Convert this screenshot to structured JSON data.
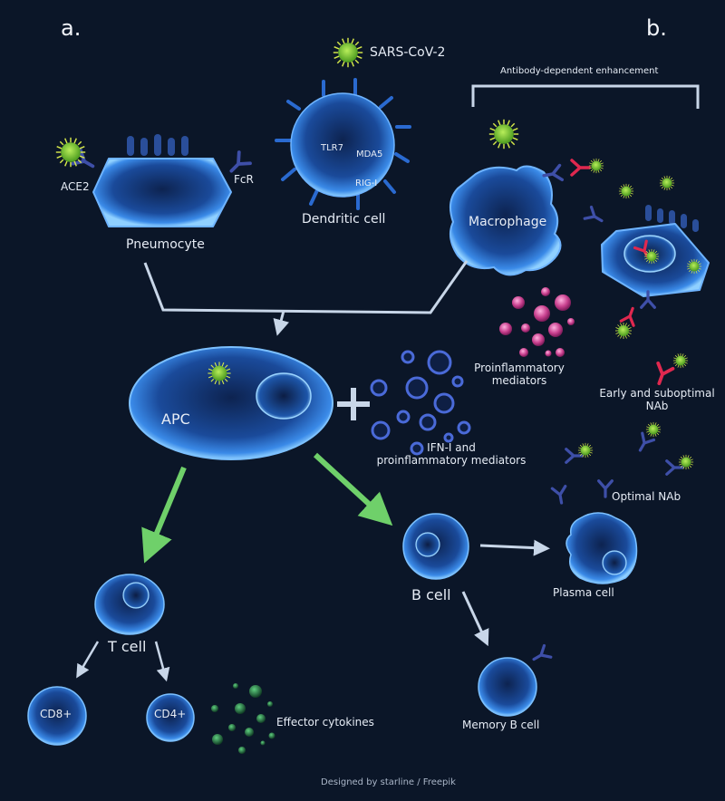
{
  "panels": {
    "a": "a.",
    "b": "b."
  },
  "labels": {
    "sars_cov_2": "SARS-CoV-2",
    "ade": "Antibody-dependent enhancement",
    "ace2": "ACE2",
    "fcr": "FcR",
    "pneumocyte": "Pneumocyte",
    "tlr7": "TLR7",
    "mda5": "MDA5",
    "rig_i": "RIG-I",
    "dendritic_cell": "Dendritic cell",
    "macrophage": "Macrophage",
    "apc": "APC",
    "proinflammatory_1": "Proinflammatory",
    "proinflammatory_2": "mediators",
    "ifn_1": "IFN-I and",
    "ifn_2": "proinflammatory mediators",
    "early_nab_1": "Early and suboptimal",
    "early_nab_2": "NAb",
    "optimal_nab": "Optimal NAb",
    "b_cell": "B cell",
    "plasma_cell": "Plasma cell",
    "memory_b_cell": "Memory B cell",
    "t_cell": "T cell",
    "cd8": "CD8+",
    "cd4": "CD4+",
    "effector_cytokines": "Effector cytokines",
    "credit": "Designed by starline / Freepik"
  },
  "colors": {
    "background": "#0b1628",
    "cell_blue": "#2f7fe0",
    "cell_edge": "#7cc0ff",
    "virus_green": "#8fd13a",
    "virus_spike": "#d6e84a",
    "antibody_red": "#e0284f",
    "antibody_blue": "#3e4fa8",
    "arrow_green": "#6fd06a",
    "arrow_grey": "#c8d6e8",
    "mediator_pink": "#d0509a",
    "cytokine_green": "#2f8f4f"
  }
}
